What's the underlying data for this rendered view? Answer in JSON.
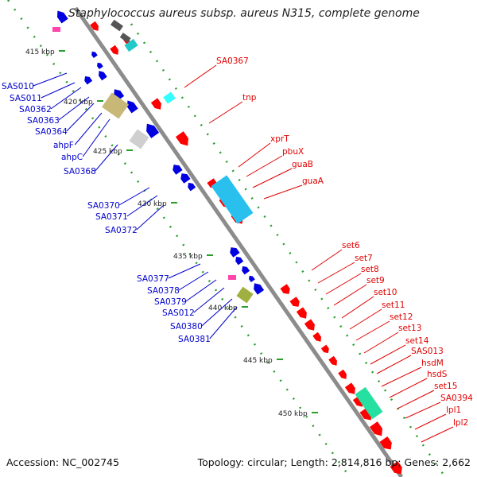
{
  "title": "Staphylococcus aureus subsp. aureus N315, complete genome",
  "footer": {
    "accession": "Accession: NC_002745",
    "summary": "Topology: circular; Length: 2,814,816 bp; Genes: 2,662"
  },
  "colors": {
    "forward_strand": "#ff0000",
    "reverse_strand": "#0000e0",
    "backbone": "#8c8c8c",
    "tick": "#2a9e2a",
    "forward_label": "#e00000",
    "reverse_label": "#0000cc"
  },
  "kbp_ticks": [
    "415 kbp",
    "420 kbp",
    "425 kbp",
    "430 kbp",
    "435 kbp",
    "440 kbp",
    "445 kbp",
    "450 kbp"
  ],
  "forward_labels": [
    "SA0367",
    "tnp",
    "xprT",
    "pbuX",
    "guaB",
    "guaA",
    "set6",
    "set7",
    "set8",
    "set9",
    "set10",
    "set11",
    "set12",
    "set13",
    "set14",
    "SAS013",
    "hsdM",
    "hsdS",
    "set15",
    "SA0394",
    "lpl1",
    "lpl2"
  ],
  "reverse_labels": [
    "SAS010",
    "SAS011",
    "SA0362",
    "SA0363",
    "SA0364",
    "ahpF",
    "ahpC",
    "SA0368",
    "SA0370",
    "SA0371",
    "SA0372",
    "SA0377",
    "SA0378",
    "SA0379",
    "SAS012",
    "SA0380",
    "SA0381"
  ]
}
